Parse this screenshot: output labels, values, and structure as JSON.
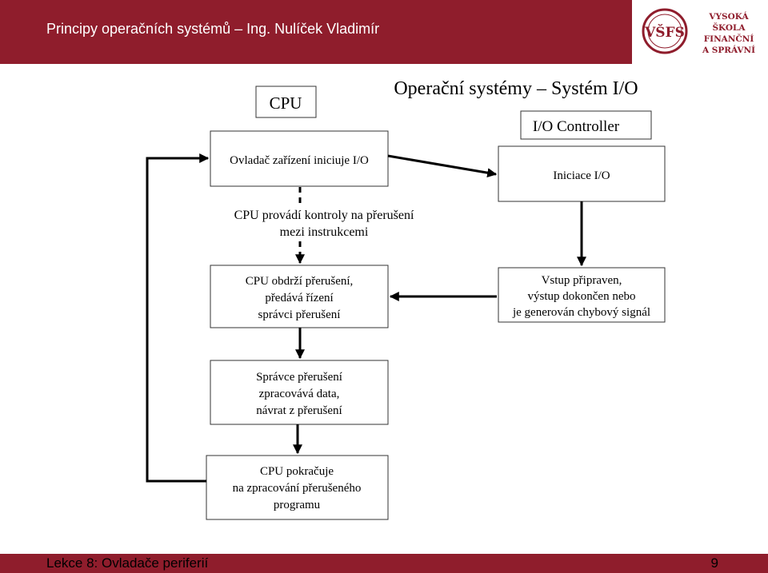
{
  "header": {
    "title": "Principy operačních systémů – Ing. Nulíček Vladimír",
    "logo": {
      "mark": "VŠFS",
      "line1": "VYSOKÁ ŠKOLA",
      "line2": "FINANČNÍ",
      "line3": "A SPRÁVNÍ"
    }
  },
  "diagram": {
    "title": "Operační systémy – Systém I/O",
    "cpu_label": "CPU",
    "io_controller_label": "I/O Controller",
    "box_driver_initiates": "Ovladač zařízení iniciuje I/O",
    "box_io_initiation": "Iniciace I/O",
    "cpu_checks_note": [
      "CPU provádí kontroly na přerušení",
      "mezi instrukcemi"
    ],
    "box_cpu_receives": [
      "CPU obdrží přerušení,",
      "předává řízení",
      "správci přerušení"
    ],
    "box_input_ready": [
      "Vstup připraven,",
      "výstup dokončen nebo",
      "je generován chybový signál"
    ],
    "box_handler": [
      "Správce přerušení",
      "zpracovává data,",
      "návrat z přerušení"
    ],
    "box_cpu_resumes": [
      "CPU pokračuje",
      "na zpracování přerušeného",
      "programu"
    ]
  },
  "footer": {
    "lecture": "Lekce 8: Ovladače periferií",
    "page_number": "9"
  }
}
